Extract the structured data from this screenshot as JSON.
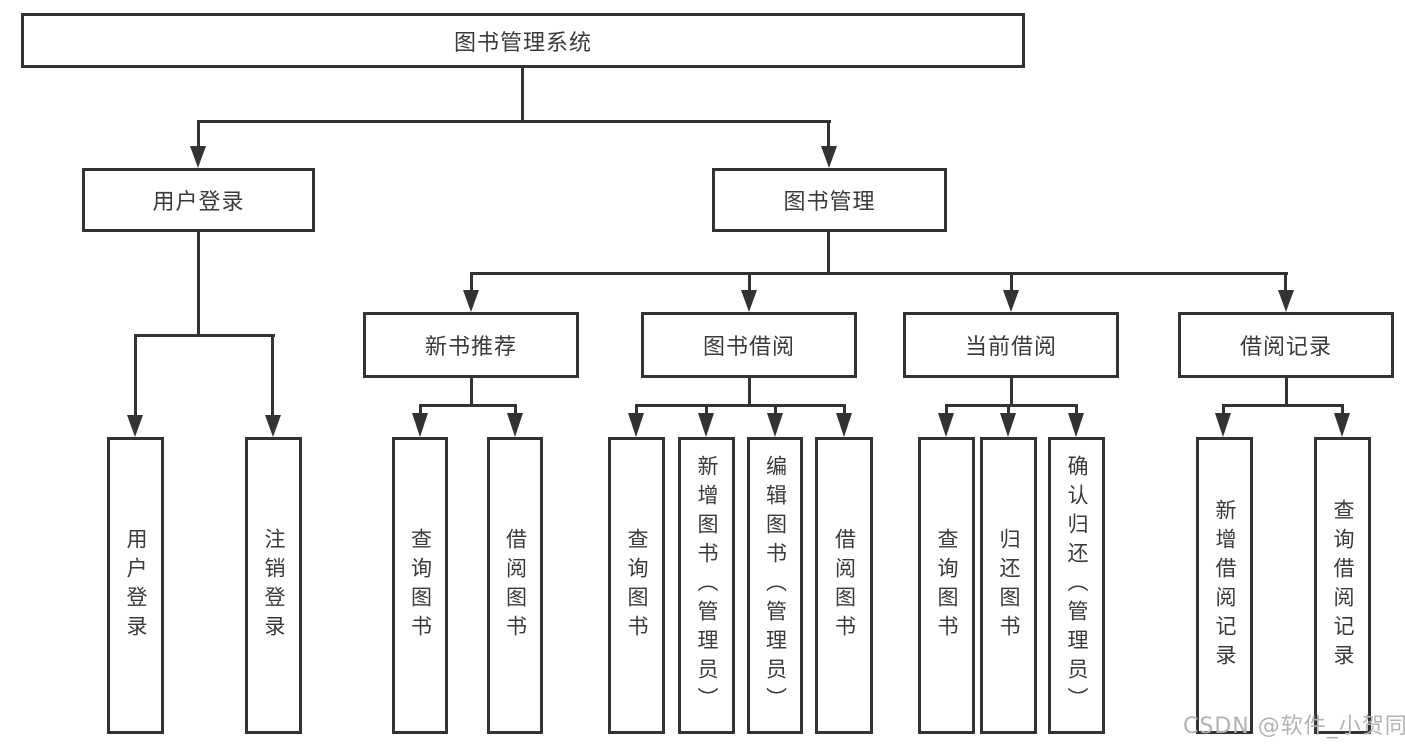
{
  "diagram": {
    "title": "图书管理系统",
    "watermark": "CSDN @软件_小贺同学",
    "colors": {
      "line": "#333333",
      "box_border": "#333333",
      "box_bg": "#ffffff",
      "text": "#3a3a3a",
      "watermark": "#b3b3b3"
    },
    "nodes": {
      "user_login": "用户登录",
      "book_mgmt": "图书管理",
      "login_children": [
        "用户登录",
        "注销登录"
      ],
      "sections": [
        {
          "label": "新书推荐",
          "children": [
            "查询图书",
            "借阅图书"
          ]
        },
        {
          "label": "图书借阅",
          "children": [
            "查询图书",
            "新增图书（管理员）",
            "编辑图书（管理员）",
            "借阅图书"
          ]
        },
        {
          "label": "当前借阅",
          "children": [
            "查询图书",
            "归还图书",
            "确认归还（管理员）"
          ]
        },
        {
          "label": "借阅记录",
          "children": [
            "新增借阅记录",
            "查询借阅记录"
          ]
        }
      ]
    }
  }
}
